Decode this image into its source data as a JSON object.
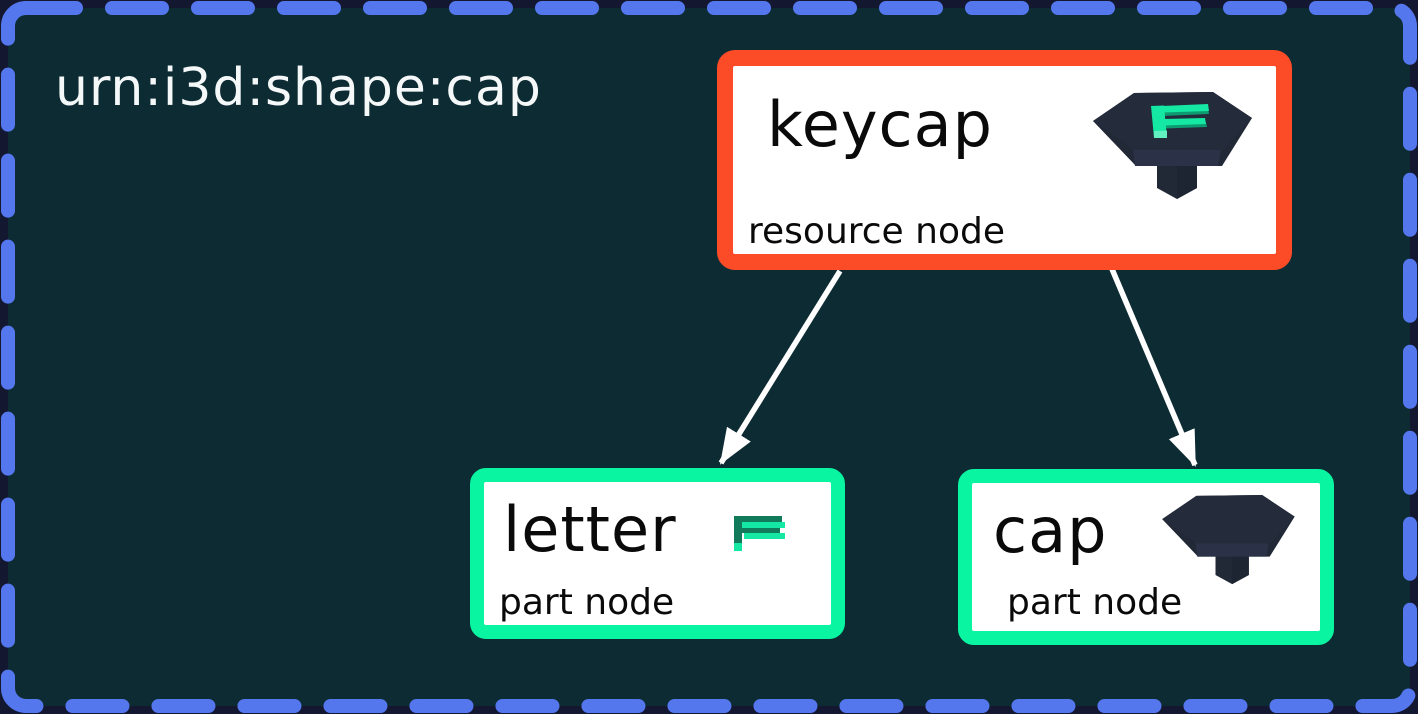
{
  "diagram": {
    "label": "urn:i3d:shape:cap",
    "nodes": {
      "keycap": {
        "title": "keycap",
        "subtitle": "resource node",
        "kind": "resource",
        "icon": "keycap-with-letter-icon"
      },
      "letter": {
        "title": "letter",
        "subtitle": "part node",
        "kind": "part",
        "icon": "letter-f-icon"
      },
      "cap": {
        "title": "cap",
        "subtitle": "part node",
        "kind": "part",
        "icon": "keycap-shell-icon"
      }
    },
    "edges": [
      {
        "from": "keycap",
        "to": "letter"
      },
      {
        "from": "keycap",
        "to": "cap"
      }
    ]
  },
  "colors": {
    "outer_bg": "#131830",
    "canvas_bg": "#0d2b33",
    "frame_dash": "#5577ee",
    "resource_border": "#fb4b27",
    "part_border": "#0af5a1",
    "node_bg": "#ffffff",
    "arrow": "#ffffff",
    "title_color": "#0a0a0a",
    "label_color": "#f5f8f8",
    "icon_body": "#212836",
    "icon_top": "#242b3b",
    "icon_band": "#2b3247",
    "icon_stem_shade": "#1e2532",
    "green_bright": "#15e8a2",
    "green_dark": "#0d9b72",
    "green_dark2": "#117a5b",
    "green_light": "#62f0c0"
  }
}
